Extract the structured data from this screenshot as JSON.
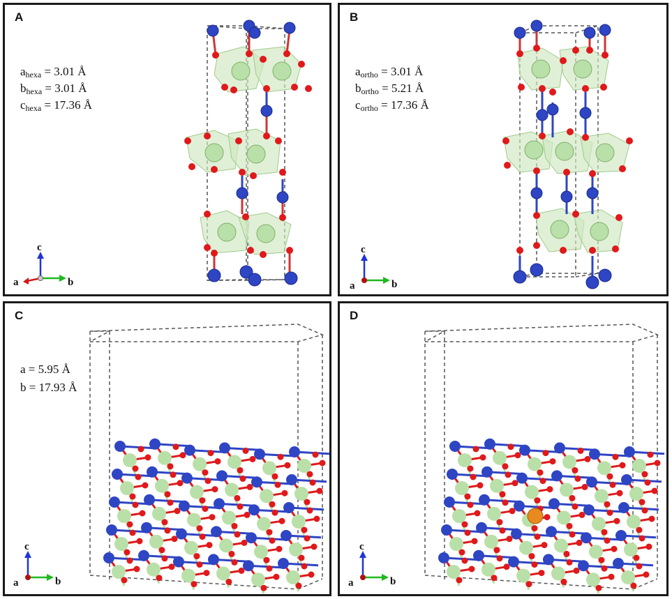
{
  "panels": [
    {
      "id": "A",
      "letter": "A",
      "params": [
        {
          "base": "a",
          "sub": "hexa",
          "value": "= 3.01 Å"
        },
        {
          "base": "b",
          "sub": "hexa",
          "value": "= 3.01 Å"
        },
        {
          "base": "c",
          "sub": "hexa",
          "value": "= 17.36 Å"
        }
      ],
      "axes": {
        "up": "c",
        "left": "a",
        "right": "b"
      }
    },
    {
      "id": "B",
      "letter": "B",
      "params": [
        {
          "base": "a",
          "sub": "ortho",
          "value": "= 3.01 Å"
        },
        {
          "base": "b",
          "sub": "ortho",
          "value": "= 5.21 Å"
        },
        {
          "base": "c",
          "sub": "ortho",
          "value": "= 17.36 Å"
        }
      ],
      "axes": {
        "up": "c",
        "left": "a",
        "right": "b"
      }
    },
    {
      "id": "C",
      "letter": "C",
      "params": [
        {
          "base": "a",
          "sub": "",
          "value": "= 5.95 Å"
        },
        {
          "base": "b",
          "sub": "",
          "value": "= 17.93 Å"
        }
      ],
      "axes": {
        "up": "c",
        "left": "a",
        "right": "b"
      }
    },
    {
      "id": "D",
      "letter": "D",
      "params": [],
      "axes": {
        "up": "c",
        "left": "a",
        "right": "b"
      }
    }
  ],
  "colors": {
    "border": "#1a1a1a",
    "metal_atom": "#b9e0a8",
    "oxygen_atom": "#e0191b",
    "blue_atom": "#2e45c4",
    "dopant_atom": "#e88a1e",
    "polyhedron_fill": "#cfe8c0",
    "cell_line": "#555555",
    "axis_c": "#1f35d6",
    "axis_a": "#d01818",
    "axis_b": "#1fb81f"
  }
}
